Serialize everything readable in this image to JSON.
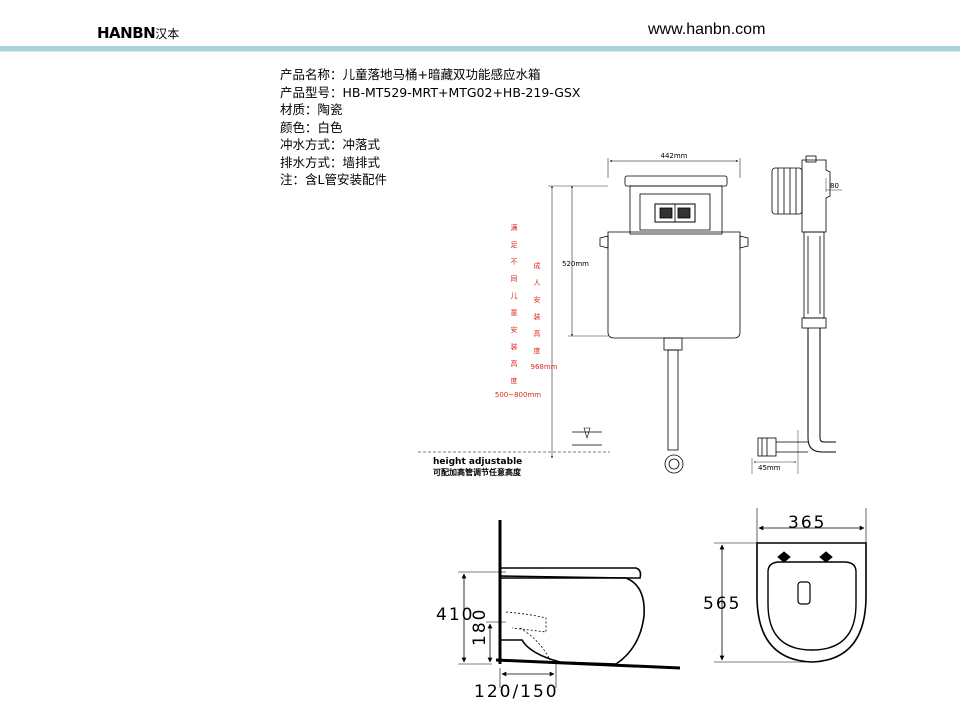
{
  "header": {
    "logo_en": "HANBN",
    "logo_cn": "汉本",
    "url": "www.hanbn.com"
  },
  "specs": [
    "产品名称：儿童落地马桶+暗藏双功能感应水箱",
    "产品型号：HB-MT529-MRT+MTG02+HB-219-GSX",
    "材质：陶瓷",
    "颜色：白色",
    "冲水方式：冲落式",
    "排水方式：墙排式",
    "注：含L管安装配件"
  ],
  "tank_drawing": {
    "width_label": "442mm",
    "tank_height_label": "520mm",
    "total_height_label": "968mm",
    "side_depth_label": "80",
    "pipe_label": "45mm",
    "child_height_text": [
      "满",
      "足",
      "不",
      "同",
      "儿",
      "童",
      "安",
      "装",
      "高",
      "度"
    ],
    "child_height_range": "500~800mm",
    "adult_height_text": [
      "成",
      "人",
      "安",
      "装",
      "高",
      "度"
    ],
    "height_adjustable_en": "height adjustable",
    "height_adjustable_cn": "可配加高管调节任意高度",
    "red_color": "#e0281e"
  },
  "toilet_drawing": {
    "height_label": "410",
    "outlet_height_label": "180",
    "outlet_distance_label": "120/150",
    "width_label": "365",
    "length_label": "565"
  }
}
